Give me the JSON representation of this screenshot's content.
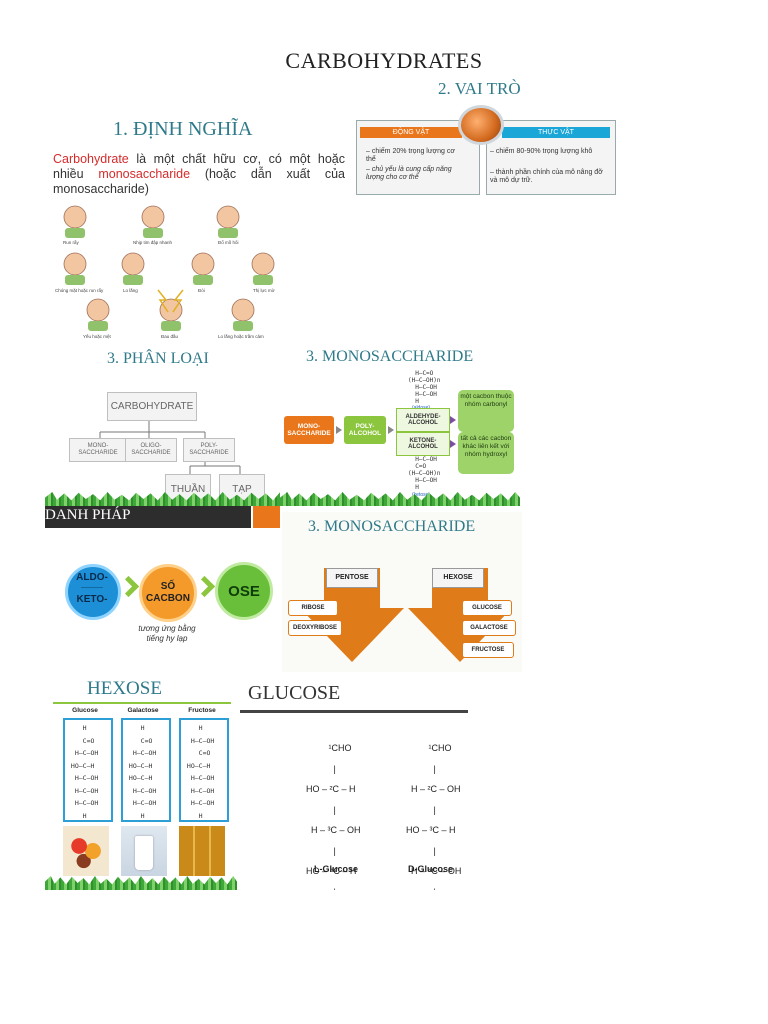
{
  "doc_title": "CARBOHYDRATES",
  "definition": {
    "heading": "1. ĐỊNH NGHĨA",
    "term1": "Carbohydrate",
    "text1": " là một chất hữu cơ, có một hoặc nhiều ",
    "term2": "monosaccharide",
    "text2": " (hoặc dẫn xuất của monosaccharide)",
    "figure_labels": [
      "Run rẩy",
      "Nhịp tim đập nhanh",
      "Đổ mồ hôi",
      "Chóng mặt hoặc run rẩy",
      "Lo lắng",
      "Đói",
      "Thị lực mờ",
      "Yếu hoặc mệt",
      "Đau đầu",
      "Lo lắng hoặc trầm cảm"
    ]
  },
  "role": {
    "heading": "2. VAI TRÒ",
    "animal_label": "ĐỘNG VẬT",
    "plant_label": "THỰC VẬT",
    "animal_line1": "– chiếm 20% trọng lượng cơ thể",
    "animal_line2": "– chủ yếu là cung cấp năng lượng cho cơ thể",
    "plant_line1": "– chiếm 80-90% trọng lượng khô",
    "plant_line2": "– thành phần chính của mô nâng đỡ và mô dự trữ."
  },
  "classification": {
    "heading": "3. PHÂN LOẠI",
    "root": "CARBOHYDRATE",
    "mono": "MONO-\nSACCHARIDE",
    "oligo": "OLIGO-\nSACCHARIDE",
    "poly": "POLY-\nSACCHARIDE",
    "pure": "THUẦN",
    "mixed": "TẠP"
  },
  "mono1": {
    "heading": "3. MONOSACCHARIDE",
    "mono_box": "MONO-\nSACCHARIDE",
    "poly_alcohol": "POLY-\nALCOHOL",
    "aldehyde": "ALDEHYDE-\nALCOHOL",
    "ketone": "KETONE-\nALCOHOL",
    "note1": "một cacbon thuộc nhóm carbonyl",
    "note2": "tất cả các cacbon khác liên kết với nhóm hydroxyl",
    "aldose_label": "(aldose)",
    "ketose_label": "(ketose)"
  },
  "naming": {
    "heading": "DANH PHÁP",
    "aldo": "ALDO-",
    "dashes": "-----------",
    "keto": "KETO-",
    "carbon": "SỐ\nCACBON",
    "ose": "OSE",
    "note": "tương ứng bằng\ntiếng hy lạp"
  },
  "mono2": {
    "heading": "3. MONOSACCHARIDE",
    "pentose": "PENTOSE",
    "hexose": "HEXOSE",
    "ribose": "RIBOSE",
    "deoxyribose": "DEOXYRIBOSE",
    "glucose": "GLUCOSE",
    "galactose": "GALACTOSE",
    "fructose": "FRUCTOSE"
  },
  "hexose": {
    "heading": "HEXOSE",
    "col1": "Glucose",
    "col2": "Galactose",
    "col3": "Fructose"
  },
  "glucose": {
    "heading": "GLUCOSE",
    "l_label": "L-Glucose",
    "d_label": "D-Glucose"
  },
  "colors": {
    "red_term": "#d62b2b",
    "orange": "#e9761b",
    "green": "#8cc63e",
    "teal": "#17a2b8"
  }
}
